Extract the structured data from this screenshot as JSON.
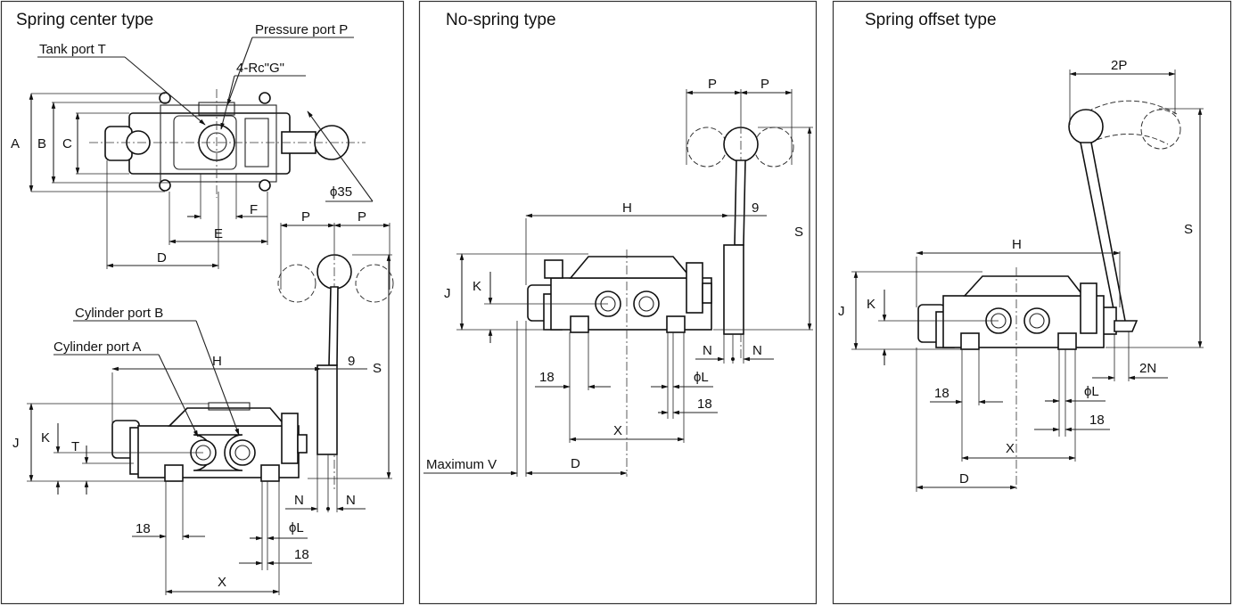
{
  "panels": [
    {
      "title": "Spring center type",
      "labels": {
        "pressure_port": "Pressure port P",
        "tank_port": "Tank port T",
        "port_spec": "4-Rc\"G\"",
        "dia35": "ϕ35",
        "cyl_b": "Cylinder port B",
        "cyl_a": "Cylinder port A",
        "A": "A",
        "B": "B",
        "C": "C",
        "D": "D",
        "E": "E",
        "F": "F",
        "P1": "P",
        "P2": "P",
        "H": "H",
        "nine": "9",
        "S": "S",
        "J": "J",
        "K": "K",
        "T": "T",
        "N1": "N",
        "N2": "N",
        "phiL": "ϕL",
        "e18a": "18",
        "e18b": "18",
        "X": "X"
      }
    },
    {
      "title": "No-spring type",
      "labels": {
        "P1": "P",
        "P2": "P",
        "H": "H",
        "nine": "9",
        "S": "S",
        "J": "J",
        "K": "K",
        "N1": "N",
        "N2": "N",
        "phiL": "ϕL",
        "e18a": "18",
        "e18b": "18",
        "X": "X",
        "D": "D",
        "maxV": "Maximum V"
      }
    },
    {
      "title": "Spring offset type",
      "labels": {
        "twoP": "2P",
        "H": "H",
        "S": "S",
        "J": "J",
        "K": "K",
        "twoN": "2N",
        "phiL": "ϕL",
        "e18a": "18",
        "e18b": "18",
        "X": "X",
        "D": "D"
      }
    }
  ]
}
